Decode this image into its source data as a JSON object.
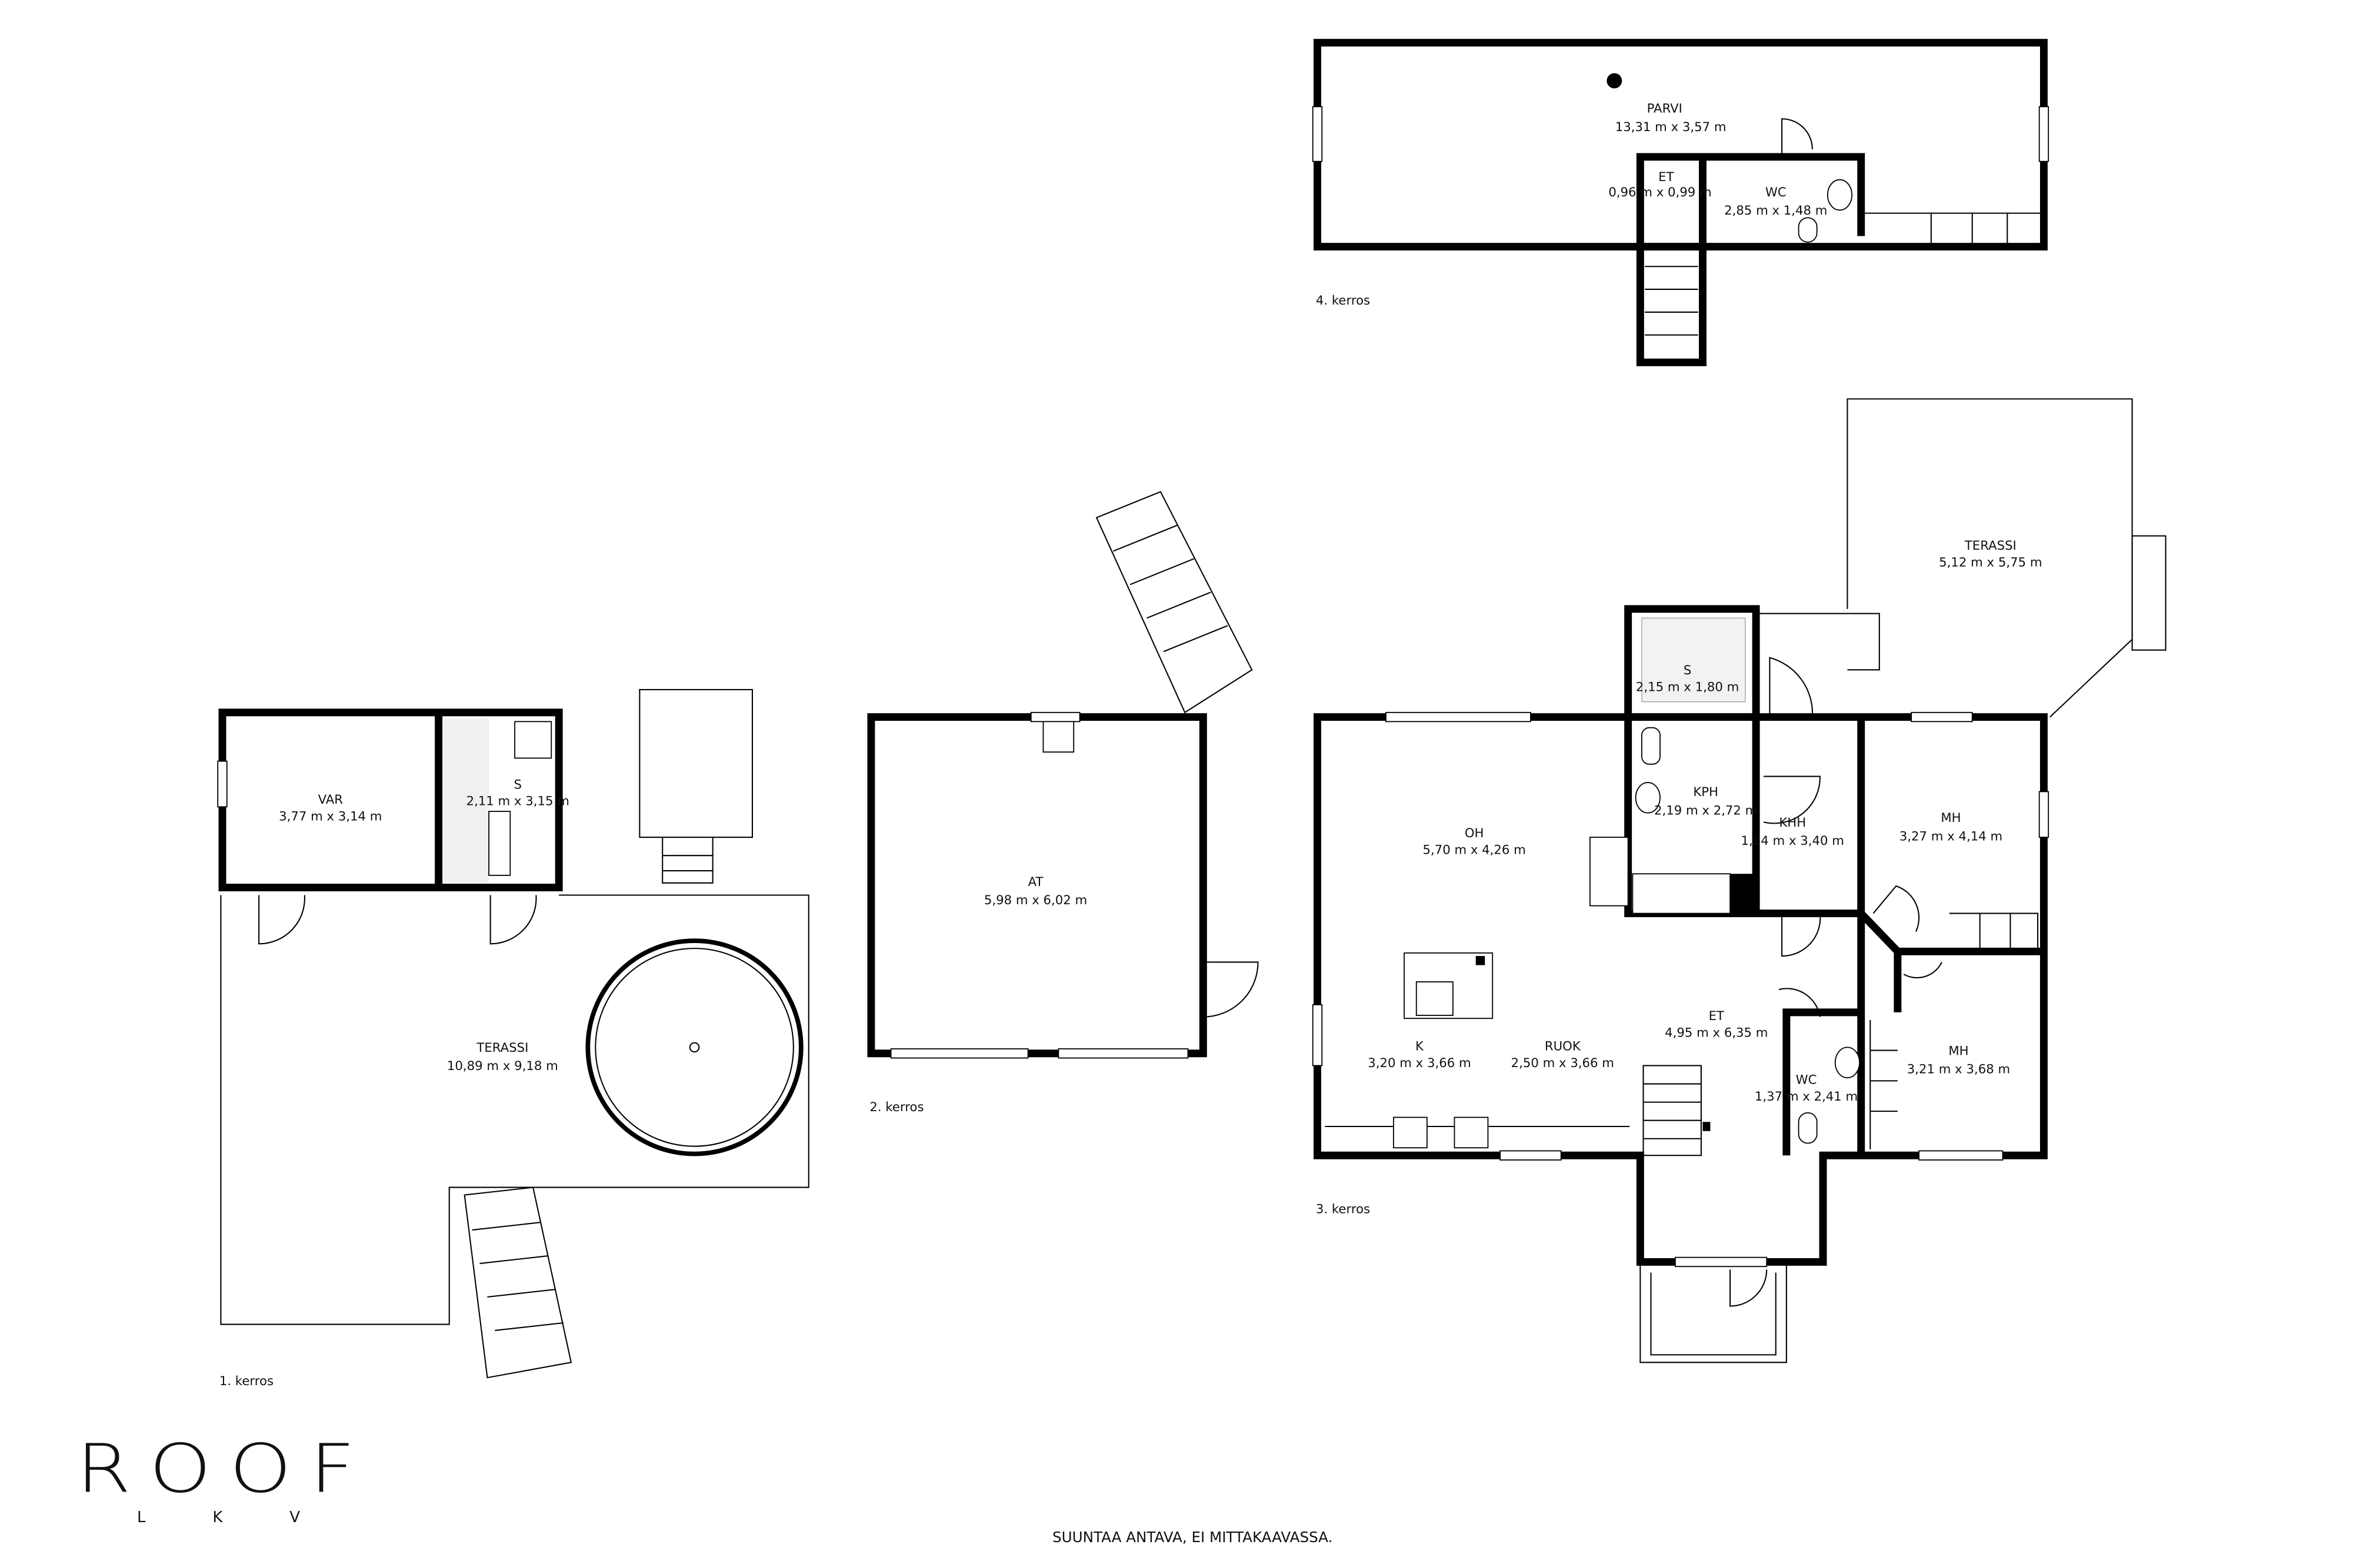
{
  "floors": {
    "floor4": {
      "label": "4. kerros",
      "rooms": [
        {
          "name": "PARVI",
          "size": "13,31 m x 3,57 m"
        },
        {
          "name": "ET",
          "size": "0,96 m x 0,99 m"
        },
        {
          "name": "WC",
          "size": "2,85 m x 1,48 m"
        }
      ]
    },
    "floor3": {
      "label": "3. kerros",
      "rooms": [
        {
          "name": "TERASSI",
          "size": "5,12 m x 5,75 m"
        },
        {
          "name": "S",
          "size": "2,15 m x 1,80 m"
        },
        {
          "name": "OH",
          "size": "5,70 m x 4,26 m"
        },
        {
          "name": "KPH",
          "size": "2,19 m x 2,72 m"
        },
        {
          "name": "KHH",
          "size": "1,84 m x 3,40 m"
        },
        {
          "name": "MH",
          "size": "3,27 m x 4,14 m"
        },
        {
          "name": "ET",
          "size": "4,95 m x 6,35 m"
        },
        {
          "name": "K",
          "size": "3,20 m x 3,66 m"
        },
        {
          "name": "RUOK",
          "size": "2,50 m x 3,66 m"
        },
        {
          "name": "WC",
          "size": "1,37 m x 2,41 m"
        },
        {
          "name": "MH",
          "size": "3,21 m x 3,68 m"
        }
      ]
    },
    "floor2": {
      "label": "2. kerros",
      "rooms": [
        {
          "name": "AT",
          "size": "5,98 m x 6,02 m"
        }
      ]
    },
    "floor1": {
      "label": "1. kerros",
      "rooms": [
        {
          "name": "VAR",
          "size": "3,77 m x 3,14 m"
        },
        {
          "name": "S",
          "size": "2,11 m x 3,15 m"
        },
        {
          "name": "TERASSI",
          "size": "10,89 m x 9,18 m"
        }
      ]
    }
  },
  "logo": {
    "main": "ROOF",
    "sub": "LKV"
  },
  "footer": {
    "note": "SUUNTAA ANTAVA, EI MITTAKAAVASSA."
  }
}
